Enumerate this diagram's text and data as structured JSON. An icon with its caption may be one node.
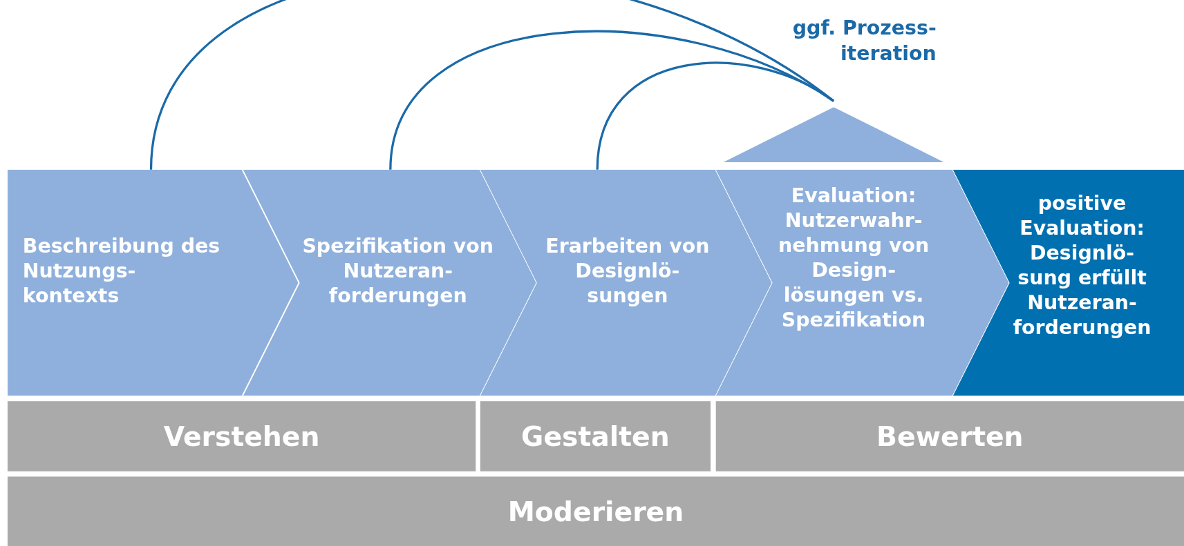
{
  "diagram": {
    "nodes": [
      {
        "text": [
          "Beschreibung des Nutzungs- kontexts"
        ]
      },
      {
        "text": [
          "Spezifikation von Nutzeran- forderungen"
        ]
      },
      {
        "text": [
          "Erarbeiten von Designlö- sungen"
        ]
      },
      {
        "text": [
          "Evaluation: Nutzerwahr- nehmung von Design- lösungen vs. Spezifikation"
        ]
      },
      {
        "text": [
          "positive Evaluation: Designlö- sung erfüllt Nutzeran- forderungen"
        ]
      },
      {
        "text": [],
        "shape": "triangle",
        "beside": [
          "ggf. Prozess- iteration"
        ]
      },
      {
        "text": [
          "Verstehen"
        ]
      },
      {
        "text": [
          "Gestalten"
        ]
      },
      {
        "text": [
          "Bewerten"
        ]
      },
      {
        "text": [
          "Moderieren"
        ]
      }
    ],
    "edges": [
      {
        "from": 5,
        "to": 0,
        "arrow": "none"
      },
      {
        "from": 5,
        "to": 1,
        "arrow": "none"
      },
      {
        "from": 5,
        "to": 2,
        "arrow": "none"
      }
    ]
  }
}
